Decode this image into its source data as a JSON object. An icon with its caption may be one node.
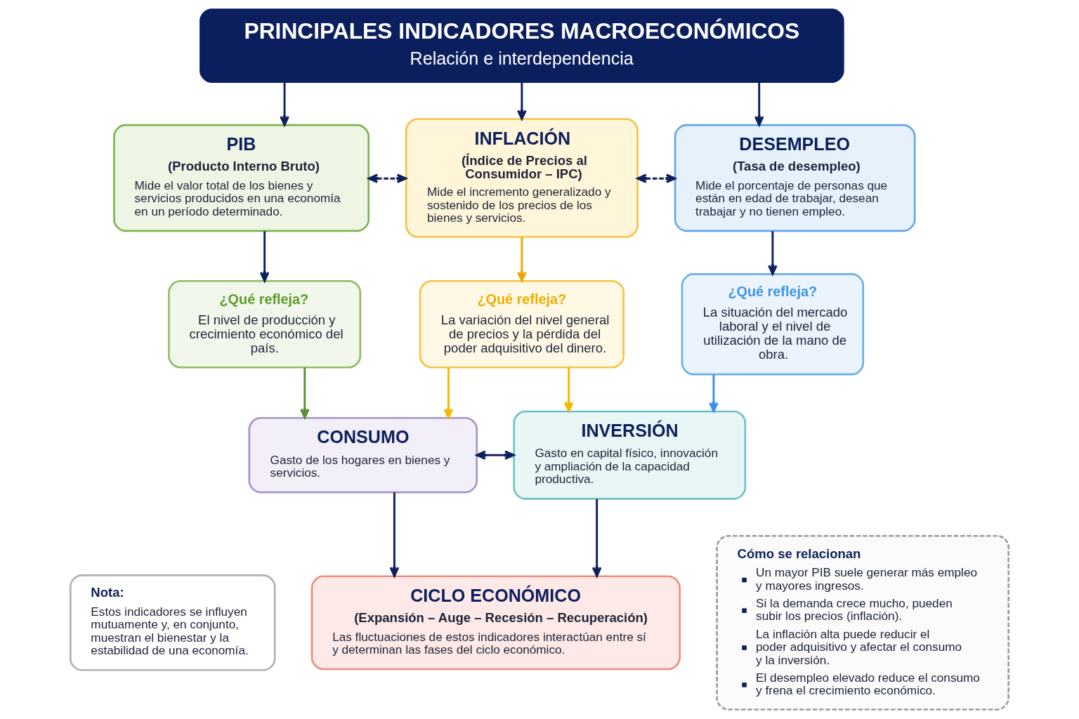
{
  "diagram": {
    "nodes": [
      {
        "text": [
          "PRINCIPALES INDICADORES MACROECONÓMICOS",
          "Relación e interdependencia"
        ]
      },
      {
        "text": [
          "PIB",
          "(Producto Interno Bruto)",
          "Mide el valor total de los bienes y servicios producidos en una economía en un período determinado."
        ]
      },
      {
        "text": [
          "INFLACIÓN",
          "(Índice de Precios al Consumidor – IPC)",
          "Mide el incremento generalizado y sostenido de los precios de los bienes y servicios."
        ]
      },
      {
        "text": [
          "DESEMPLEO",
          "(Tasa de desempleo)",
          "Mide el porcentaje de personas que están en edad de trabajar, desean trabajar y no tienen empleo."
        ]
      },
      {
        "text": [
          "¿Qué refleja?",
          "El nivel de producción y crecimiento económico del país."
        ]
      },
      {
        "text": [
          "¿Qué refleja?",
          "La variación del nivel general de precios y la pérdida del poder adquisitivo del dinero."
        ]
      },
      {
        "text": [
          "¿Qué refleja?",
          "La situación del mercado laboral y el nivel de utilización de la mano de obra."
        ]
      },
      {
        "text": [
          "CONSUMO",
          "Gasto de los hogares en bienes y servicios."
        ]
      },
      {
        "text": [
          "INVERSIÓN",
          "Gasto en capital físico, innovación y ampliación de la capacidad productiva."
        ]
      },
      {
        "text": [
          "CICLO ECONÓMICO",
          "(Expansión – Auge – Recesión – Recuperación)",
          "Las fluctuaciones de estos indicadores interactúan entre sí y determinan las fases del ciclo económico."
        ]
      },
      {
        "text": [
          "Nota:",
          "Estos indicadores se influyen mutuamente y, en conjunto, muestran el bienestar y la estabilidad de una economía."
        ]
      },
      {
        "text": [
          "Cómo se relacionan",
          "Un mayor PIB suele generar más empleo y mayores ingresos.",
          "Si la demanda crece mucho, pueden subir los precios (inflación).",
          "La inflación alta puede reducir el poder adquisitivo y afectar el consumo y la inversión.",
          "El desempleo elevado reduce el consumo y frena el crecimiento económico."
        ]
      }
    ],
    "edges": [
      {
        "from": 0,
        "to": 1,
        "arrow": "to"
      },
      {
        "from": 0,
        "to": 2,
        "arrow": "to"
      },
      {
        "from": 0,
        "to": 3,
        "arrow": "to"
      },
      {
        "from": 1,
        "to": 2,
        "arrow": "both",
        "style": "dashed"
      },
      {
        "from": 2,
        "to": 3,
        "arrow": "both",
        "style": "dashed"
      },
      {
        "from": 1,
        "to": 4,
        "arrow": "to"
      },
      {
        "from": 2,
        "to": 5,
        "arrow": "to",
        "color": "#e8a800"
      },
      {
        "from": 3,
        "to": 6,
        "arrow": "to"
      },
      {
        "from": 4,
        "to": 7,
        "arrow": "to",
        "color": "#5a9130"
      },
      {
        "from": 5,
        "to": 7,
        "arrow": "to",
        "color": "#f5b800"
      },
      {
        "from": 5,
        "to": 8,
        "arrow": "to",
        "color": "#f5b800"
      },
      {
        "from": 6,
        "to": 8,
        "arrow": "to",
        "color": "#3b8fe3"
      },
      {
        "from": 7,
        "to": 8,
        "arrow": "both"
      },
      {
        "from": 7,
        "to": 9,
        "arrow": "to"
      },
      {
        "from": 8,
        "to": 9,
        "arrow": "to"
      }
    ]
  }
}
